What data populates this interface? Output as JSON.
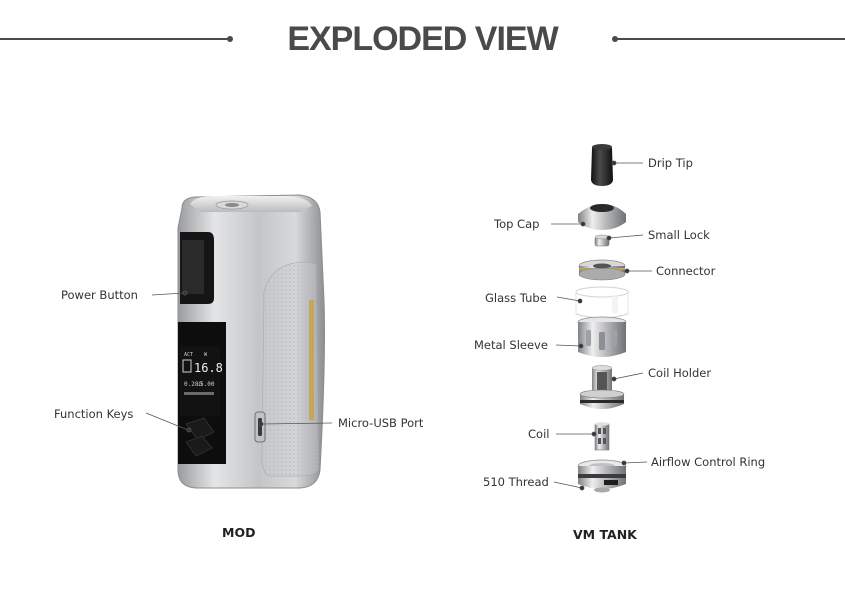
{
  "header": {
    "title": "EXPLODED VIEW"
  },
  "mod": {
    "section_label": "MOD",
    "labels": {
      "power_button": "Power Button",
      "function_keys": "Function Keys",
      "micro_usb_port": "Micro-USB Port"
    },
    "screen": {
      "value_big": "16.8",
      "value_small": "5.00"
    }
  },
  "tank": {
    "section_label": "VM TANK",
    "labels": {
      "drip_tip": "Drip Tip",
      "top_cap": "Top Cap",
      "small_lock": "Small Lock",
      "connector": "Connector",
      "glass_tube": "Glass Tube",
      "metal_sleeve": "Metal Sleeve",
      "coil_holder": "Coil Holder",
      "coil": "Coil",
      "airflow_control_ring": "Airflow Control Ring",
      "thread_510": "510 Thread"
    }
  },
  "colors": {
    "text": "#333333",
    "title": "#4a4a4a",
    "metal": "#c9cbcd",
    "dark": "#1e1e1e",
    "accent_gold": "#c8a24a"
  }
}
